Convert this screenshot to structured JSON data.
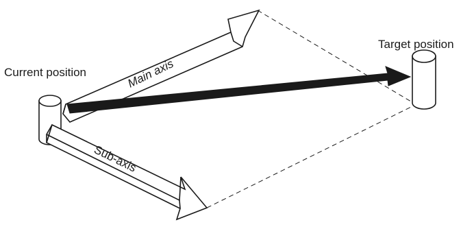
{
  "labels": {
    "current_position": "Current position",
    "target_position": "Target position",
    "main_axis": "Main axis",
    "sub_axis": "Sub-axis"
  },
  "colors": {
    "line": "#1a1a1a",
    "fill": "#ffffff"
  }
}
